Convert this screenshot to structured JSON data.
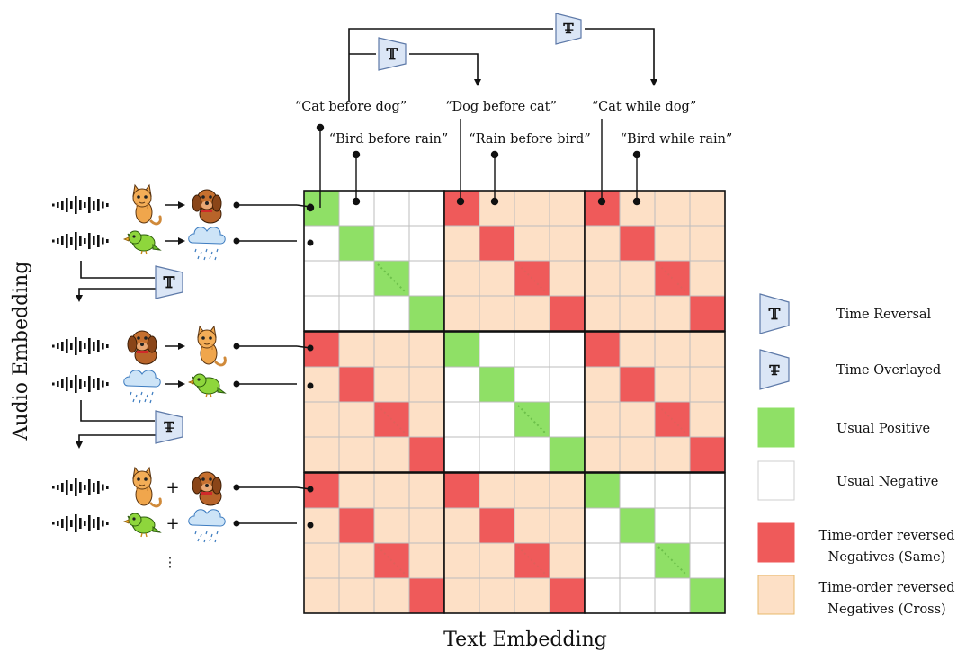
{
  "colors": {
    "positive": "#8fe066",
    "negative": "#ffffff",
    "same_reversed": "#ef5a5a",
    "cross_reversed": "#fde0c6",
    "grid": "#bdbdbd",
    "op_fill": "#dbe6f6",
    "op_stroke": "#5d79a8"
  },
  "icons": [
    "waveform-icon",
    "cat-icon",
    "dog-icon",
    "bird-icon",
    "rain-cloud-icon",
    "time-reversal-icon",
    "time-overlay-icon"
  ],
  "operators": {
    "reversal_symbol": "𝕋",
    "overlay_symbol": "𝕋̶"
  },
  "captions": [
    "“Cat before dog”",
    "“Bird before rain”",
    "“Dog before cat”",
    "“Rain before bird”",
    "“Cat while dog”",
    "“Bird while rain”"
  ],
  "audio_groups": [
    {
      "rows": [
        {
          "a": "cat",
          "op": "→",
          "b": "dog"
        },
        {
          "a": "bird",
          "op": "→",
          "b": "rain"
        }
      ]
    },
    {
      "rows": [
        {
          "a": "dog",
          "op": "→",
          "b": "cat"
        },
        {
          "a": "rain",
          "op": "→",
          "b": "bird"
        }
      ]
    },
    {
      "rows": [
        {
          "a": "cat",
          "op": "+",
          "b": "dog"
        },
        {
          "a": "bird",
          "op": "+",
          "b": "rain"
        }
      ]
    }
  ],
  "ellipsis": "⋮",
  "axes": {
    "y_label": "Audio Embedding",
    "x_label": "Text Embedding"
  },
  "legend": [
    {
      "kind": "time-reversal",
      "label": "Time Reversal"
    },
    {
      "kind": "time-overlay",
      "label": "Time Overlayed"
    },
    {
      "kind": "positive",
      "label": "Usual Positive"
    },
    {
      "kind": "negative",
      "label": "Usual Negative"
    },
    {
      "kind": "same",
      "label": "Time-order reversed",
      "label2": "Negatives (Same)"
    },
    {
      "kind": "cross",
      "label": "Time-order reversed",
      "label2": "Negatives (Cross)"
    }
  ]
}
